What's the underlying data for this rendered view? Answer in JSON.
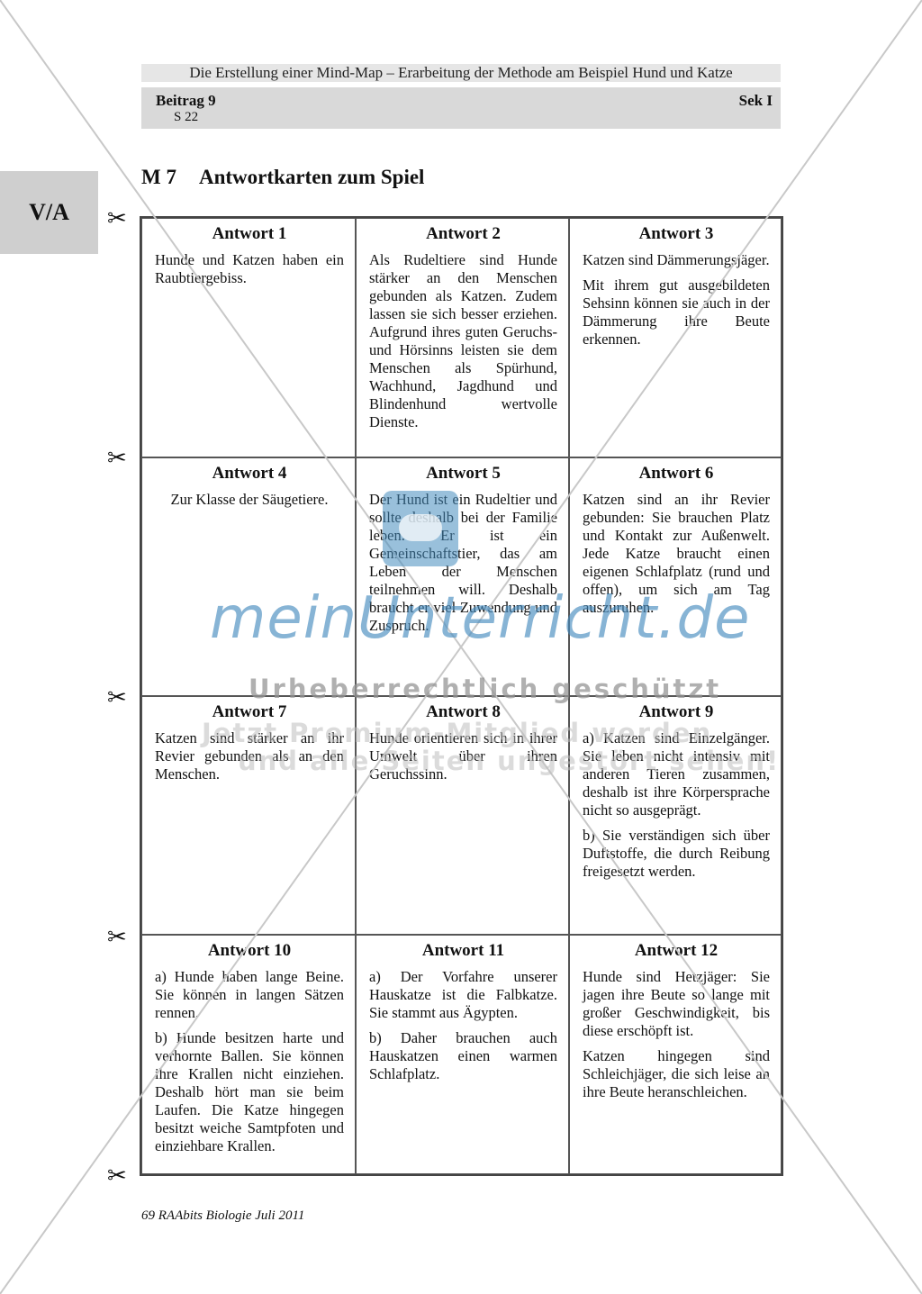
{
  "header": {
    "title": "Die Erstellung einer Mind-Map – Erarbeitung der Methode am Beispiel Hund und Katze",
    "beitrag": "Beitrag 9",
    "seite": "S 22",
    "sek": "Sek I"
  },
  "side_tab": "V/A",
  "section": {
    "number": "M 7",
    "title": "Antwortkarten zum Spiel"
  },
  "scissor_glyph": "✂",
  "cards": [
    {
      "title": "Antwort 1",
      "paragraphs": [
        "Hunde und Katzen haben ein Raubtiergebiss."
      ]
    },
    {
      "title": "Antwort 2",
      "paragraphs": [
        "Als Rudeltiere sind Hunde stärker an den Menschen gebunden als Katzen. Zudem lassen sie sich besser erziehen. Aufgrund ihres guten Geruchs- und Hörsinns leisten sie dem Menschen als Spürhund, Wachhund, Jagdhund und Blindenhund wertvolle Dienste."
      ]
    },
    {
      "title": "Antwort 3",
      "paragraphs": [
        "Katzen sind Dämmerungsjäger.",
        "Mit ihrem gut ausgebildeten Sehsinn können sie auch in der Dämmerung ihre Beute erkennen."
      ]
    },
    {
      "title": "Antwort 4",
      "paragraphs": [
        "Zur Klasse der Säugetiere."
      ]
    },
    {
      "title": "Antwort 5",
      "paragraphs": [
        "Der Hund ist ein Rudeltier und sollte deshalb bei der Familie leben. Er ist ein Gemeinschaftstier, das am Leben der Menschen teilnehmen will. Deshalb braucht er viel Zuwendung und Zuspruch."
      ]
    },
    {
      "title": "Antwort 6",
      "paragraphs": [
        "Katzen sind an ihr Revier gebunden: Sie brauchen Platz und Kontakt zur Außenwelt. Jede Katze braucht einen eigenen Schlafplatz (rund und offen), um sich am Tag auszuruhen."
      ]
    },
    {
      "title": "Antwort 7",
      "paragraphs": [
        "Katzen sind stärker an ihr Revier gebunden als an den Menschen."
      ]
    },
    {
      "title": "Antwort 8",
      "paragraphs": [
        "Hunde orientieren sich in ihrer Umwelt über ihren Geruchssinn."
      ]
    },
    {
      "title": "Antwort 9",
      "paragraphs": [
        "a) Katzen sind Einzelgänger. Sie leben nicht intensiv mit anderen Tieren zusammen, deshalb ist ihre Körpersprache nicht so ausgeprägt.",
        "b) Sie verständigen sich über Duftstoffe, die durch Reibung freigesetzt werden."
      ]
    },
    {
      "title": "Antwort 10",
      "paragraphs": [
        "a) Hunde haben lange Beine. Sie können in langen Sätzen rennen.",
        "b) Hunde besitzen harte und verhornte Ballen. Sie können ihre Krallen nicht einziehen. Deshalb hört man sie beim Laufen. Die Katze hingegen besitzt weiche Samtpfoten und einziehbare Krallen."
      ]
    },
    {
      "title": "Antwort 11",
      "paragraphs": [
        "a) Der Vorfahre unserer Hauskatze ist die Falbkatze. Sie stammt aus Ägypten.",
        "b) Daher brauchen auch Hauskatzen einen warmen Schlafplatz."
      ]
    },
    {
      "title": "Antwort 12",
      "paragraphs": [
        "Hunde sind Hetzjäger: Sie jagen ihre Beute so lange mit großer Geschwindigkeit, bis diese erschöpft ist.",
        "Katzen hingegen sind Schleichjäger, die sich leise an ihre Beute heranschleichen."
      ]
    }
  ],
  "watermark": {
    "logo": "meinUnterricht.de",
    "line1": "Urheberrechtlich geschützt",
    "line2": "Jetzt Premium-Mitglied werden",
    "line3": "und alle Seiten ungestört sehen!"
  },
  "footer": "69 RAAbits Biologie Juli 2011"
}
